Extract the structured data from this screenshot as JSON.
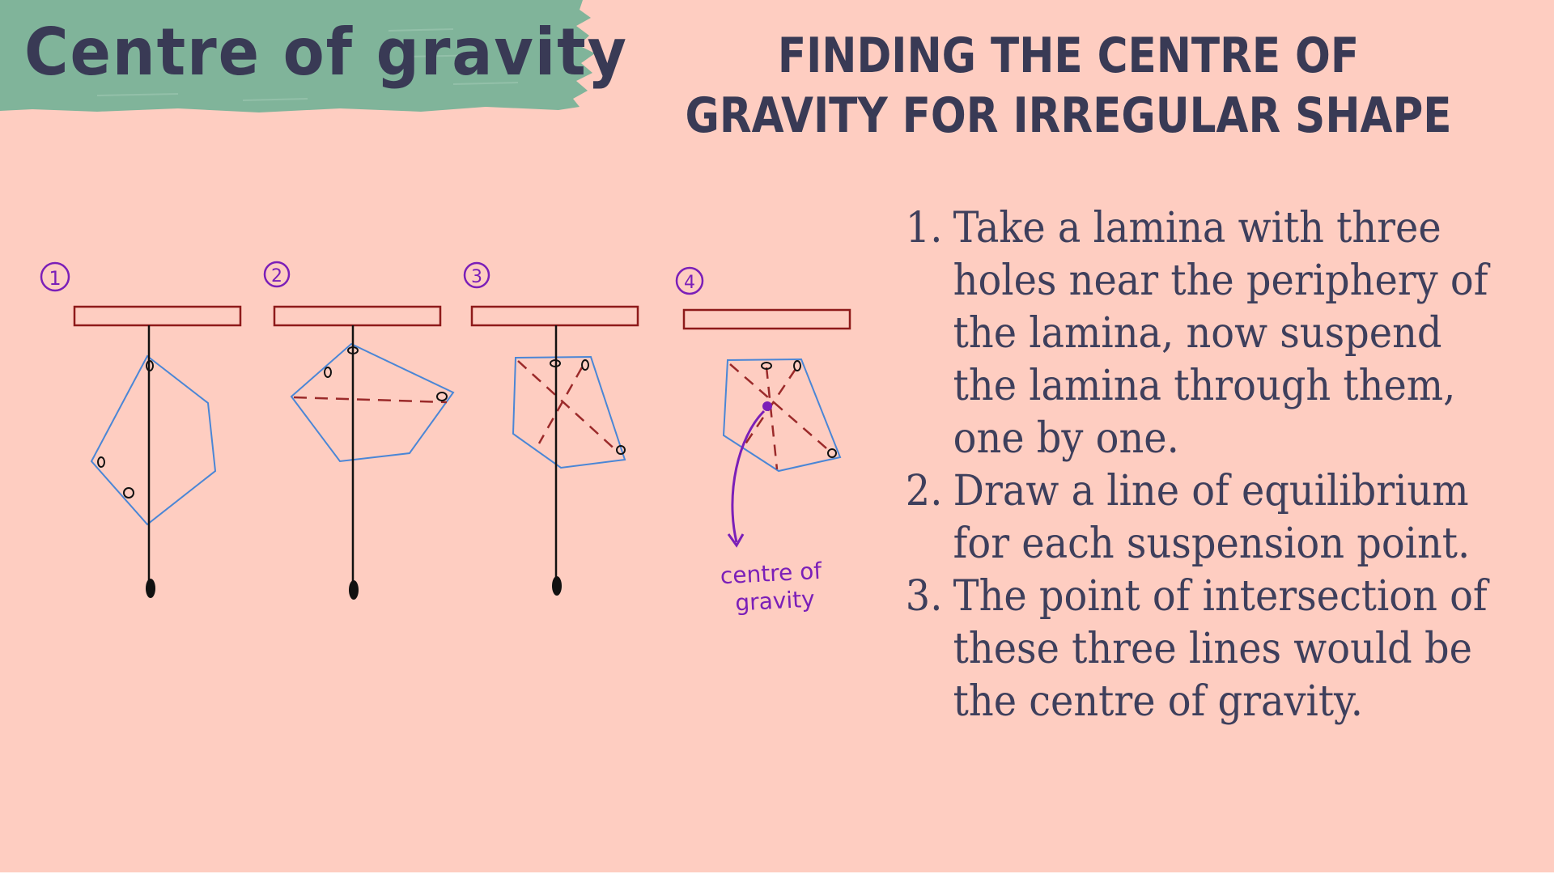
{
  "header": {
    "topic": "Centre of gravity",
    "title": "FINDING THE CENTRE OF GRAVITY FOR IRREGULAR SHAPE"
  },
  "diagram": {
    "step_labels": [
      "1",
      "2",
      "3",
      "4"
    ],
    "annotation_line1": "centre of",
    "annotation_line2": "gravity"
  },
  "steps": [
    {
      "num": "1.",
      "text": "Take a lamina with three holes near the periphery of the lamina, now suspend the lamina through them, one by one."
    },
    {
      "num": "2.",
      "text": "Draw a line of equilibrium for each suspension point."
    },
    {
      "num": "3.",
      "text": "The point of intersection of these three lines would be the centre of gravity."
    }
  ],
  "colors": {
    "background": "#FECDC1",
    "brush": "#80B49A",
    "heading_text": "#393A55",
    "lamina_outline": "#4A86D6",
    "stand_bar": "#8E1A1A",
    "dashed_lines": "#9B2A2A",
    "annotation": "#7B1FB8"
  }
}
